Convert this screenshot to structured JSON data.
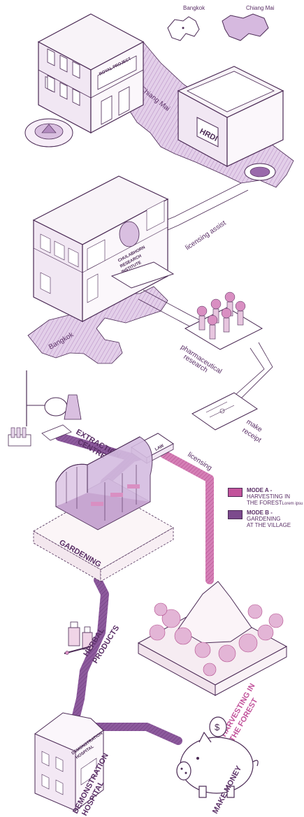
{
  "colors": {
    "outline": "#4b2a55",
    "fill_light": "#f6f1f6",
    "fill_mid": "#e6d6ea",
    "mode_a": "#c2539b",
    "mode_b": "#7c4a8d",
    "land": "#c9a9d3",
    "text": "#5a2f66"
  },
  "map_labels": {
    "bangkok_top": "Bangkok",
    "chiang_mai_top": "Chiang Mai",
    "chiang_mai_region": "Chiang Mai",
    "bangkok_region": "Bangkok"
  },
  "buildings": {
    "royal_project_sign": "ROYAL PROJECT",
    "hrdi_sign": "HRDI",
    "chulabhorn_sign": [
      "CHULABHORN",
      "RESEARCH",
      "INSTITUTE"
    ],
    "hospital_sign": [
      "DEMONSTRATION",
      "HOSPITAL"
    ]
  },
  "flow_labels": {
    "licensing_assist": "licensing assist",
    "pharmaceutical_research": [
      "pharmaceutical",
      "research"
    ],
    "make_receipt": [
      "make",
      "receipt"
    ],
    "licensing": "licensing",
    "law_book": "LAW"
  },
  "stations": {
    "extraction_centre": [
      "EXTRACTION",
      "CENTRE"
    ],
    "gardening": "GARDENING",
    "herbal_products": [
      "HERBAL",
      "PRODUCTS"
    ],
    "harvesting": [
      "HARVESTING IN",
      "THE FOREST"
    ],
    "demonstration_hospital": [
      "DEMONSTRATION",
      "HOSPITAL"
    ],
    "make_money": "MAKE MONEY"
  },
  "legend": {
    "mode_a_title": "MODE A -",
    "mode_a_desc": [
      "HARVESTING IN",
      "THE FOREST"
    ],
    "mode_a_extra": "Lorem ipsu",
    "mode_b_title": "MODE B -",
    "mode_b_desc": [
      "GARDENING",
      "AT THE VILLAGE"
    ]
  }
}
